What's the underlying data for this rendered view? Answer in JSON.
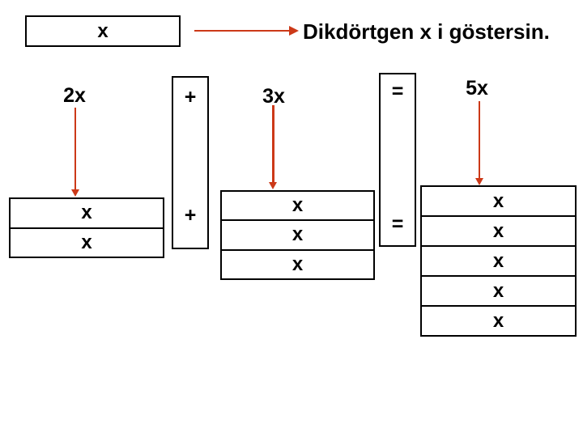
{
  "title": "Dikdörtgen x i göstersin.",
  "unit_box": {
    "label": "x"
  },
  "operators": {
    "plus_top": "+",
    "plus_bottom": "+",
    "equals_top": "=",
    "equals_bottom": "="
  },
  "groups": [
    {
      "label": "2x",
      "cells": [
        "x",
        "x"
      ]
    },
    {
      "label": "3x",
      "cells": [
        "x",
        "x",
        "x"
      ]
    },
    {
      "label": "5x",
      "cells": [
        "x",
        "x",
        "x",
        "x",
        "x"
      ]
    }
  ],
  "colors": {
    "arrow": "#cc3918",
    "text": "#000000",
    "background": "#ffffff"
  }
}
